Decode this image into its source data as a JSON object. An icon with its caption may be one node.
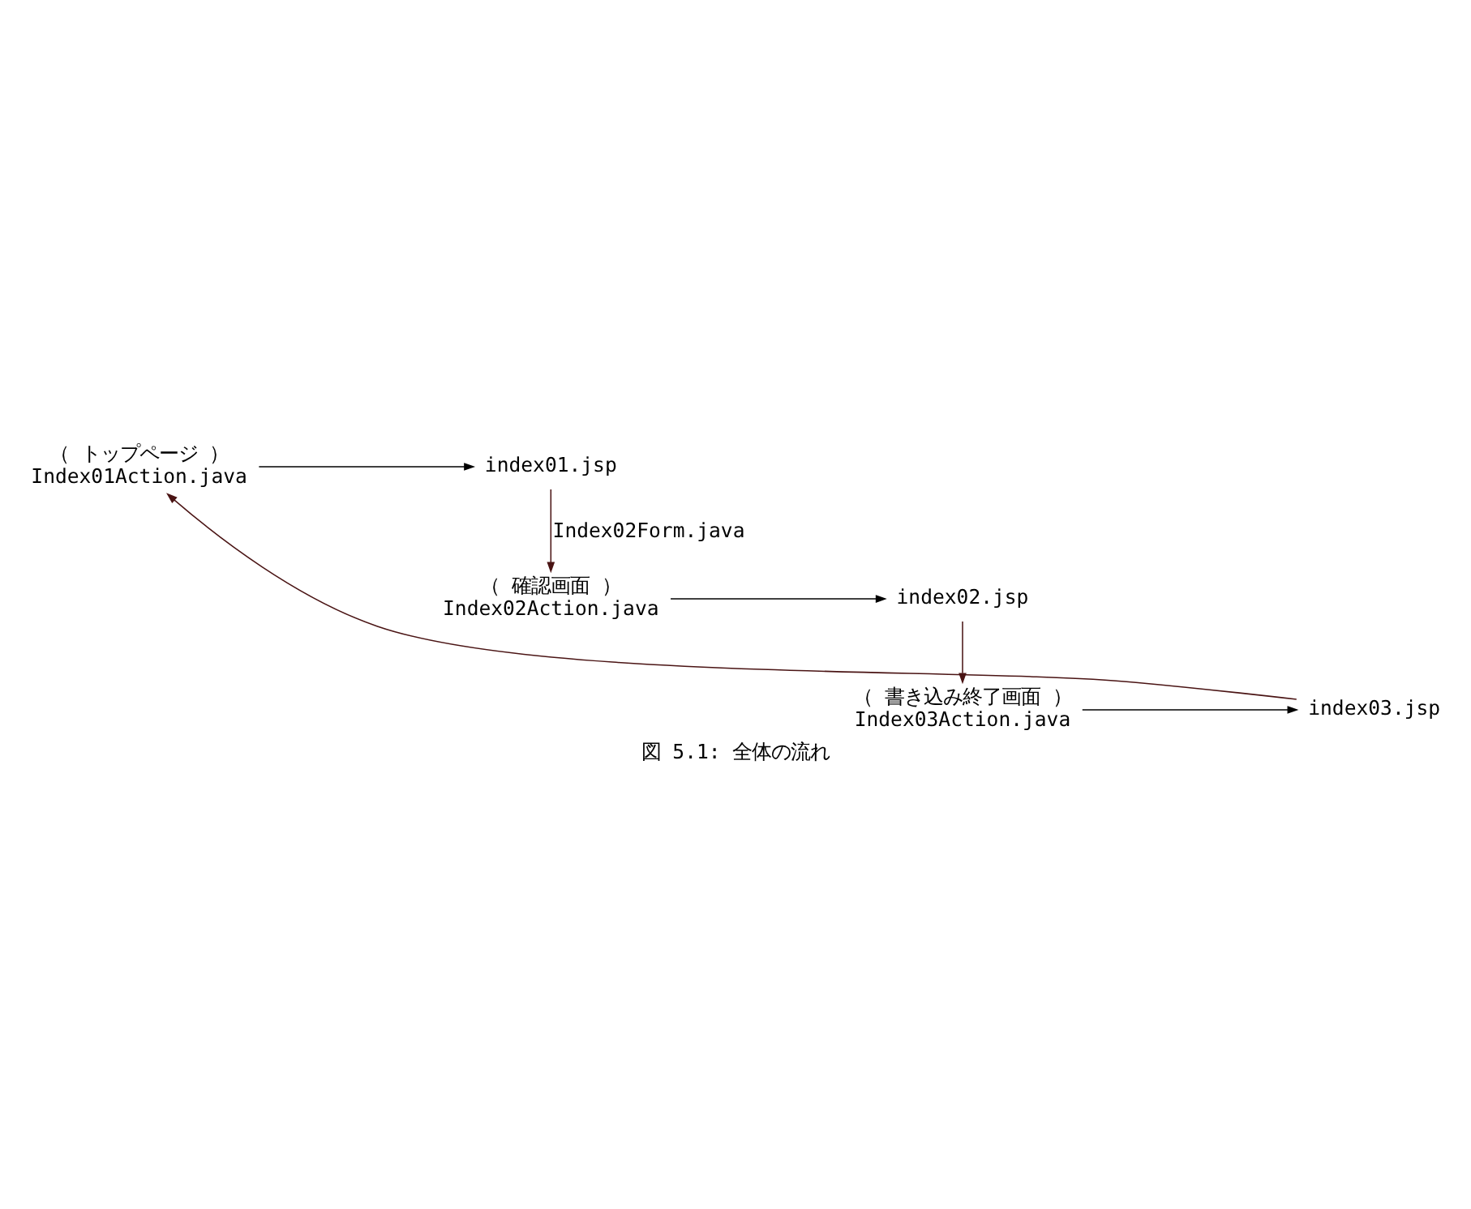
{
  "diagram": {
    "caption": "図 5.1: 全体の流れ",
    "nodes": [
      {
        "text": [
          "（ トップページ ）",
          "Index01Action.java"
        ]
      },
      {
        "text": [
          "index01.jsp"
        ]
      },
      {
        "text": [
          "（ 確認画面 ）",
          "Index02Action.java"
        ]
      },
      {
        "text": [
          "index02.jsp"
        ]
      },
      {
        "text": [
          "（ 書き込み終了画面 ）",
          "Index03Action.java"
        ]
      },
      {
        "text": [
          "index03.jsp"
        ]
      }
    ],
    "edges": [
      {
        "from": 0,
        "to": 1,
        "arrow": "to"
      },
      {
        "from": 1,
        "to": 2,
        "arrow": "to",
        "label": "Index02Form.java",
        "color": "#4a1414"
      },
      {
        "from": 2,
        "to": 3,
        "arrow": "to"
      },
      {
        "from": 3,
        "to": 4,
        "arrow": "to",
        "color": "#4a1414"
      },
      {
        "from": 4,
        "to": 5,
        "arrow": "to"
      },
      {
        "from": 5,
        "to": 0,
        "arrow": "to",
        "color": "#4a1414"
      }
    ]
  }
}
